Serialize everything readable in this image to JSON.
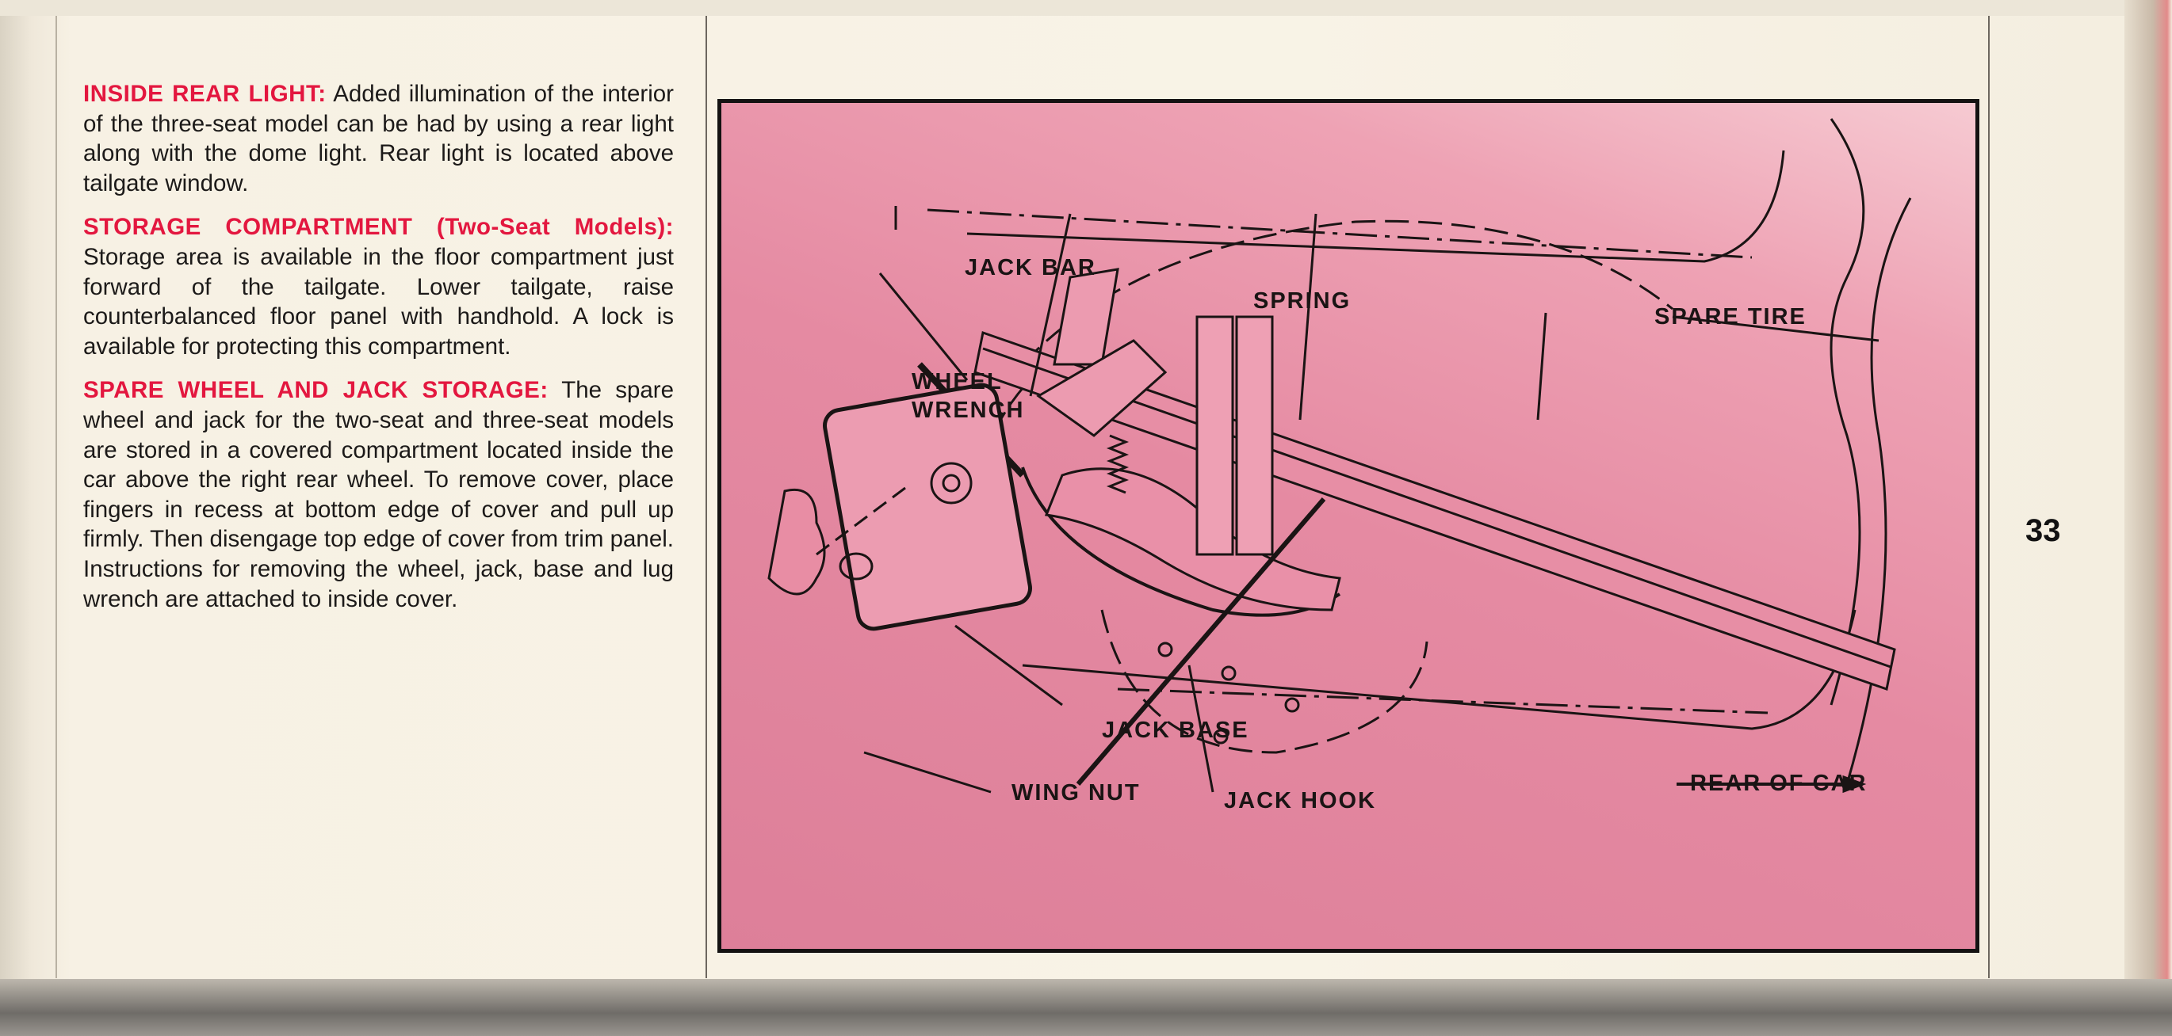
{
  "sections": [
    {
      "heading": "INSIDE REAR LIGHT:",
      "body": "Added illumination of the interior of the three-seat model can be had by using a rear light along with the dome light. Rear light is located above tailgate window."
    },
    {
      "heading": "STORAGE COMPARTMENT (Two-Seat Models):",
      "body": "Storage area is available in the floor compartment just forward of the tailgate. Lower tailgate, raise counterbalanced floor panel with handhold. A lock is available for protecting this compartment."
    },
    {
      "heading": "SPARE WHEEL AND JACK STORAGE:",
      "body": "The spare wheel and jack for the two-seat and three-seat models are stored in a covered compartment located inside the car above the right rear wheel. To remove cover, place fingers in recess at bottom edge of cover and pull up firmly. Then disengage top edge of cover from trim panel. Instructions for removing the wheel, jack, base and lug wrench are attached to inside cover."
    }
  ],
  "figure": {
    "labels": {
      "jack_bar": "JACK BAR",
      "spring": "SPRING",
      "spare_tire": "SPARE TIRE",
      "wheel_wrench_1": "WHEEL",
      "wheel_wrench_2": "WRENCH",
      "jack_base": "JACK BASE",
      "wing_nut": "WING NUT",
      "jack_hook": "JACK HOOK",
      "rear_of_car": "REAR OF CAR"
    },
    "colors": {
      "background": "#e58aa2",
      "ink": "#1a1414"
    }
  },
  "page_number": "33",
  "colors": {
    "heading": "#e3173f",
    "text": "#1c1a19",
    "paper": "#f8f3e6"
  }
}
